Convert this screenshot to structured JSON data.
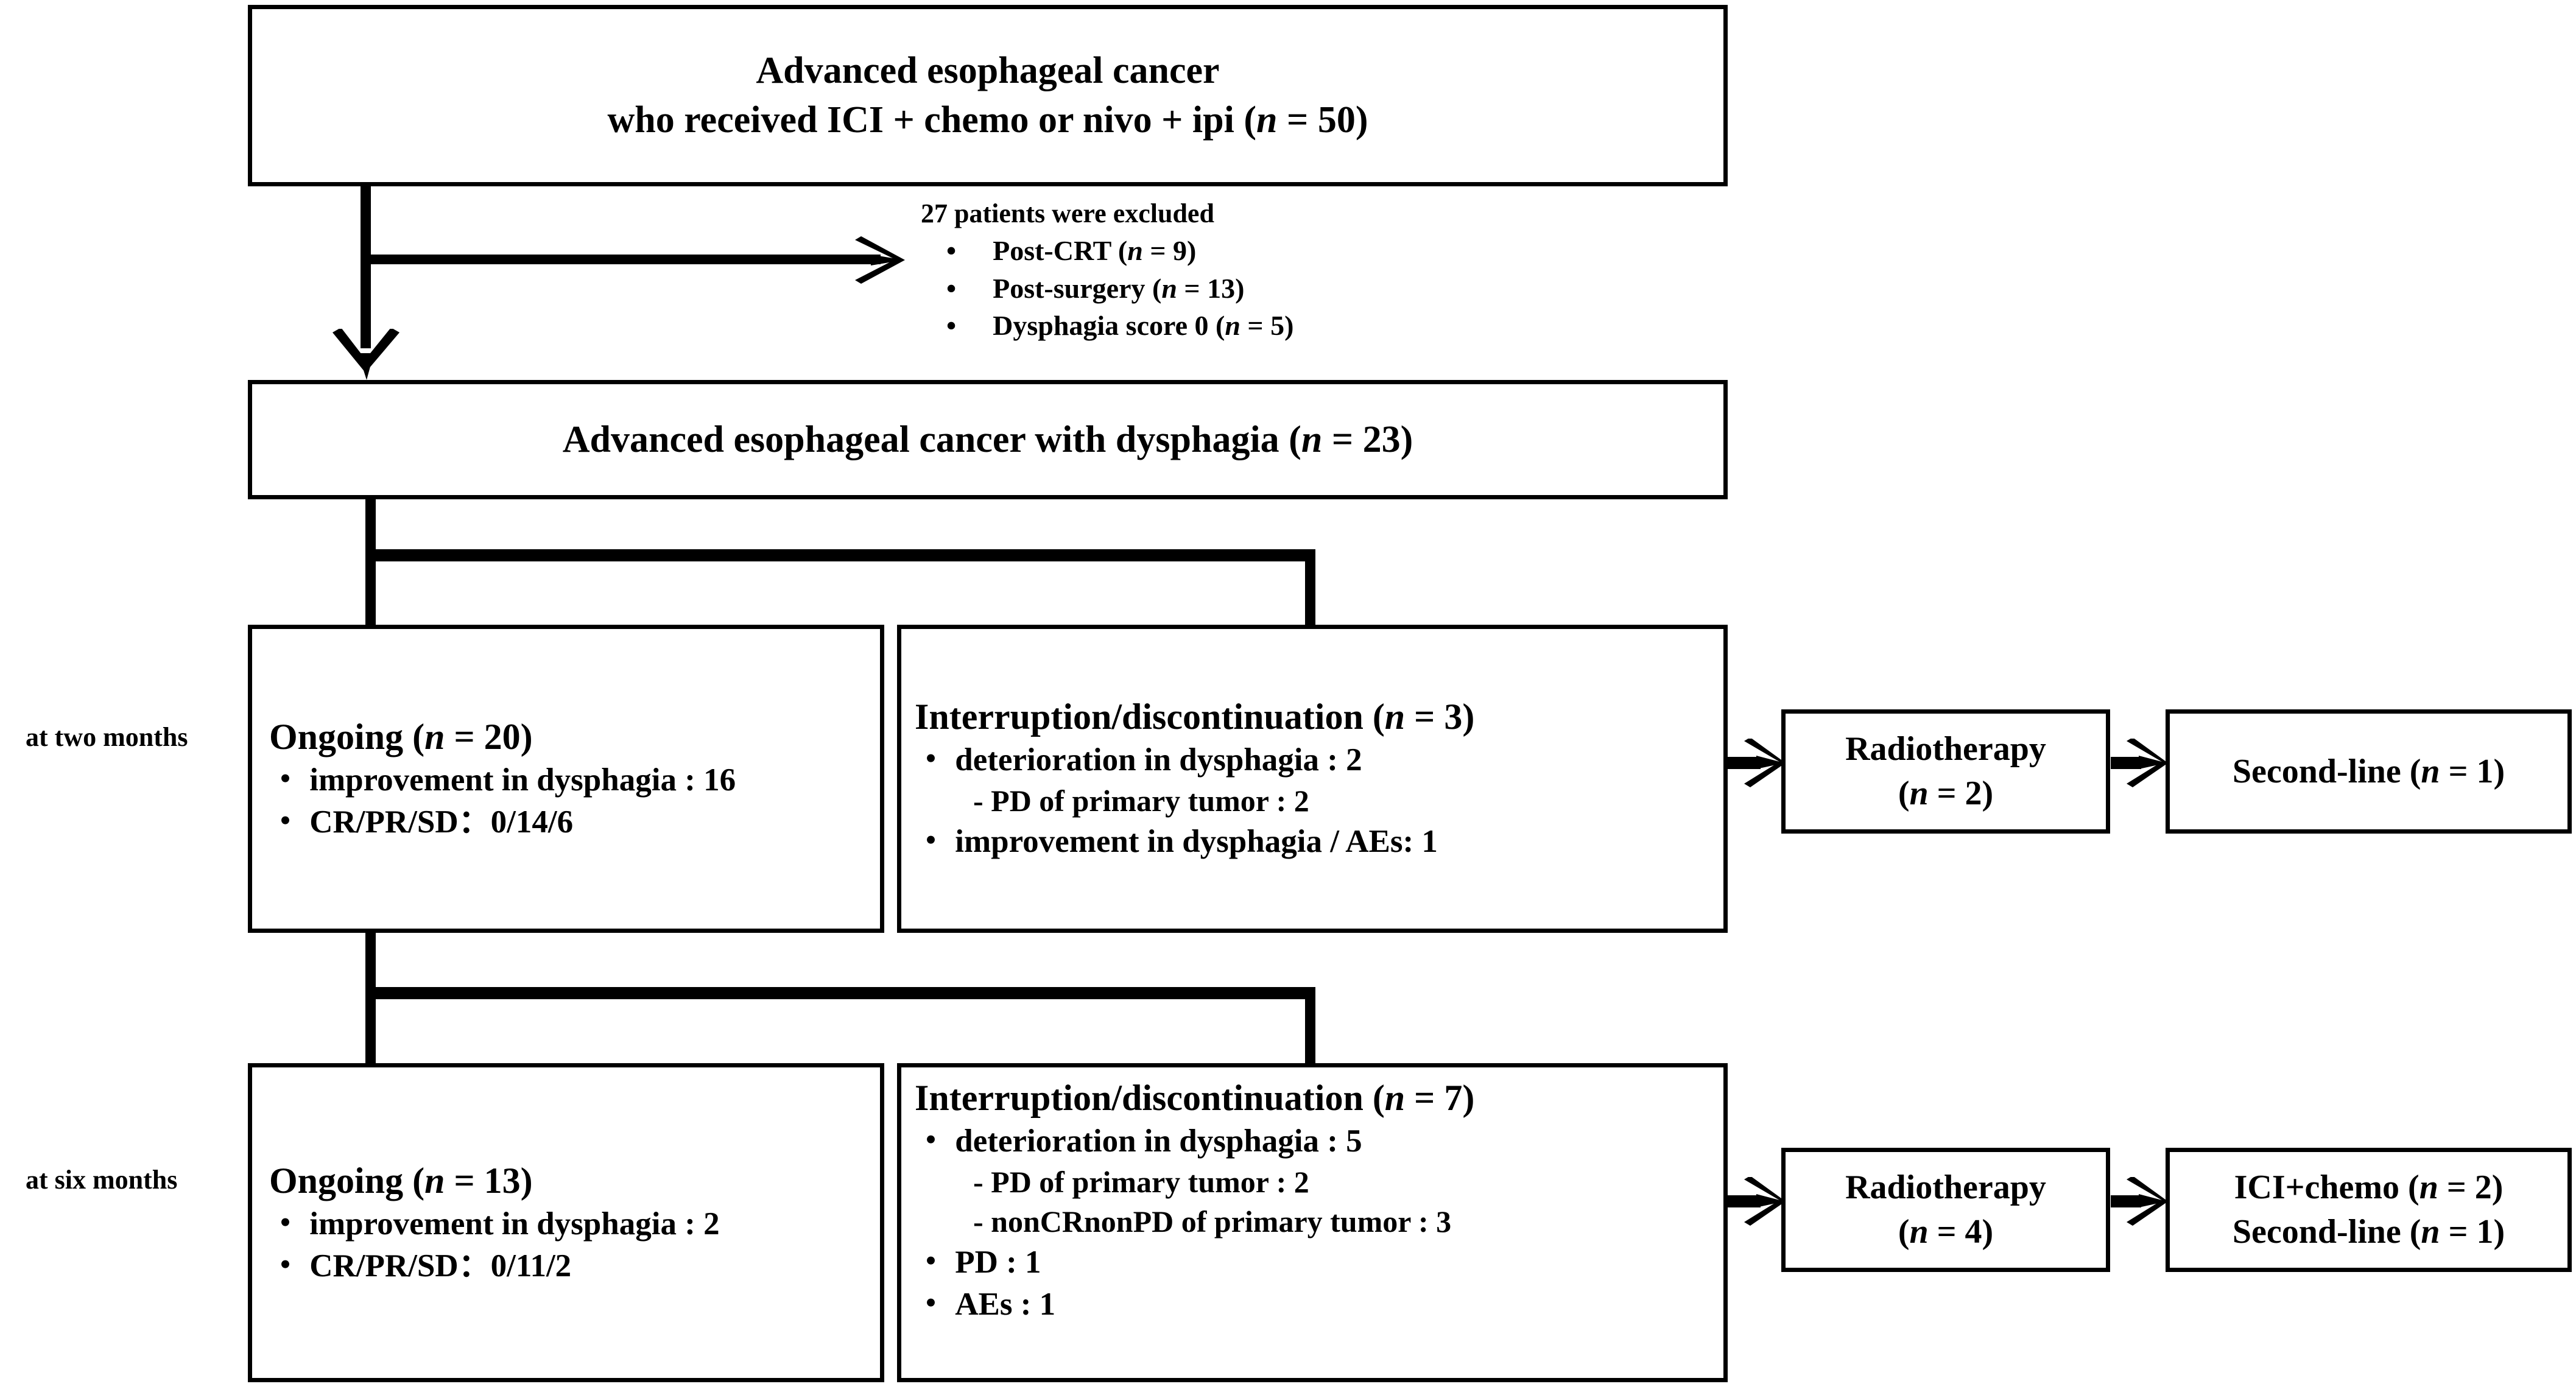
{
  "diagram": {
    "title": "Patient flow diagram: advanced esophageal cancer with dysphagia",
    "line_color": "#000000",
    "background": "#ffffff"
  },
  "side_labels": {
    "two_months": "at two months",
    "six_months": "at six months"
  },
  "nodes": {
    "enrolled": {
      "line1": "Advanced esophageal cancer",
      "line2_a": "who received ICI + chemo or nivo + ipi (",
      "line2_n": "n",
      "line2_b": " = 50)"
    },
    "excluded": {
      "heading": "27 patients were excluded",
      "items": [
        {
          "bullet": "•",
          "label": "Post-CRT (",
          "n": "n",
          "value": " = 9)"
        },
        {
          "bullet": "•",
          "label": "Post-surgery (",
          "n": "n",
          "value": " = 13)"
        },
        {
          "bullet": "•",
          "label": "Dysphagia score 0 (",
          "n": "n",
          "value": " = 5)"
        }
      ]
    },
    "dysphagia": {
      "text_a": "Advanced esophageal cancer with dysphagia (",
      "text_n": "n",
      "text_b": " = 23)"
    },
    "ongoing_2m": {
      "heading_a": "Ongoing (",
      "heading_n": "n",
      "heading_b": " = 20)",
      "bullets": [
        "・ improvement in dysphagia : 16",
        "・ CR/PR/SD：0/14/6"
      ]
    },
    "interrupt_2m": {
      "heading_a": "Interruption/discontinuation (",
      "heading_n": "n",
      "heading_b": " = 3)",
      "bullets": [
        {
          "text": "・ deterioration in dysphagia : 2",
          "indent": 0
        },
        {
          "text": "- PD of primary tumor : 2",
          "indent": 1
        },
        {
          "text": "・ improvement in dysphagia / AEs: 1",
          "indent": 0
        }
      ]
    },
    "radiotherapy_2m": {
      "line1": "Radiotherapy",
      "line2_a": "(",
      "line2_n": "n",
      "line2_b": " = 2)"
    },
    "secondline_2m": {
      "line1_a": "Second-line (",
      "line1_n": "n",
      "line1_b": " = 1)"
    },
    "ongoing_6m": {
      "heading_a": "Ongoing (",
      "heading_n": "n",
      "heading_b": " = 13)",
      "bullets": [
        "・ improvement in dysphagia : 2",
        "・ CR/PR/SD：0/11/2"
      ]
    },
    "interrupt_6m": {
      "heading_a": "Interruption/discontinuation (",
      "heading_n": "n",
      "heading_b": " = 7)",
      "bullets": [
        {
          "text": "・ deterioration in dysphagia : 5",
          "indent": 0
        },
        {
          "text": "- PD of primary tumor : 2",
          "indent": 1
        },
        {
          "text": "- nonCRnonPD of primary tumor : 3",
          "indent": 1
        },
        {
          "text": "・ PD : 1",
          "indent": 0
        },
        {
          "text": "・ AEs : 1",
          "indent": 0
        }
      ]
    },
    "radiotherapy_6m": {
      "line1": "Radiotherapy",
      "line2_a": "(",
      "line2_n": "n",
      "line2_b": " = 4)"
    },
    "next_6m": {
      "line1_a": "ICI+chemo (",
      "line1_n": "n",
      "line1_b": " = 2)",
      "line2_a": "Second-line (",
      "line2_n": "n",
      "line2_b": " = 1)"
    }
  }
}
